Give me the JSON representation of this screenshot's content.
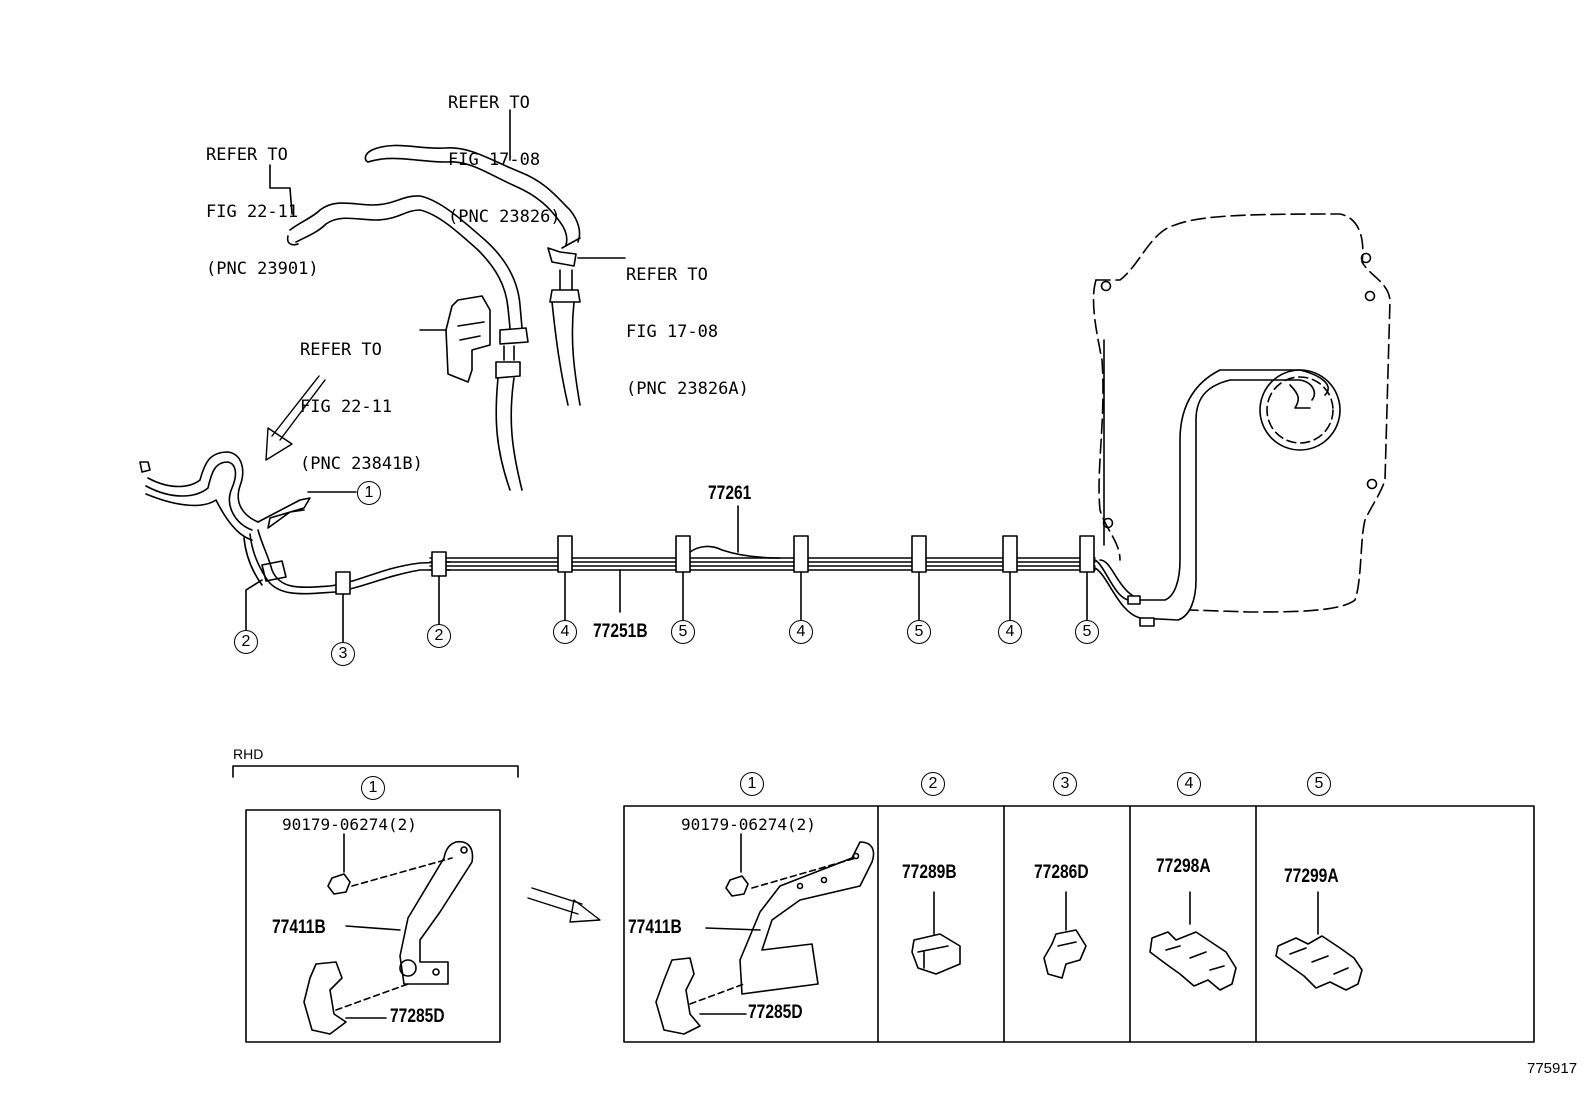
{
  "refs": {
    "r1": [
      "REFER TO",
      "FIG 17-08",
      "(PNC 23826)"
    ],
    "r2": [
      "REFER TO",
      "FIG 22-11",
      "(PNC 23901)"
    ],
    "r3": [
      "REFER TO",
      "FIG 17-08",
      "(PNC 23826A)"
    ],
    "r4": [
      "REFER TO",
      "FIG 22-11",
      "(PNC 23841B)"
    ]
  },
  "main_parts": {
    "tube_upper": "77261",
    "tube_lower": "77251B"
  },
  "callouts": {
    "c1": "1",
    "c2": "2",
    "c3": "3",
    "c4": "4",
    "c5": "5"
  },
  "detail": {
    "rhd_label": "RHD",
    "bolt": "90179-06274(2)",
    "bracket": "77411B",
    "clamp": "77285D",
    "clip2": "77289B",
    "clip3": "77286D",
    "clip4": "77298A",
    "clip5": "77299A"
  },
  "figure_number": "775917"
}
